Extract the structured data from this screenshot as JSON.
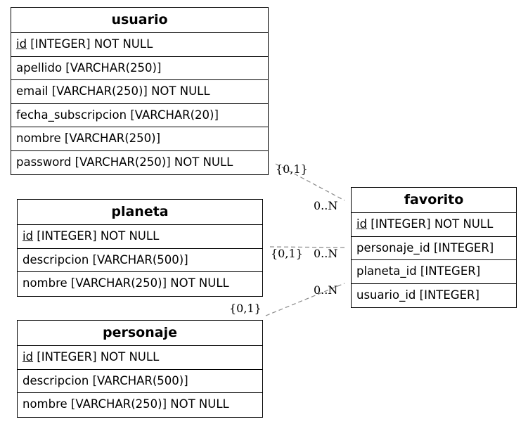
{
  "tables": {
    "usuario": {
      "name": "usuario",
      "columns": [
        {
          "pk": "id",
          "rest": " [INTEGER] NOT NULL"
        },
        {
          "pk": "",
          "rest": "apellido [VARCHAR(250)]"
        },
        {
          "pk": "",
          "rest": "email [VARCHAR(250)] NOT NULL"
        },
        {
          "pk": "",
          "rest": "fecha_subscripcion [VARCHAR(20)]"
        },
        {
          "pk": "",
          "rest": "nombre [VARCHAR(250)]"
        },
        {
          "pk": "",
          "rest": "password [VARCHAR(250)] NOT NULL"
        }
      ]
    },
    "planeta": {
      "name": "planeta",
      "columns": [
        {
          "pk": "id",
          "rest": " [INTEGER] NOT NULL"
        },
        {
          "pk": "",
          "rest": "descripcion [VARCHAR(500)]"
        },
        {
          "pk": "",
          "rest": "nombre [VARCHAR(250)] NOT NULL"
        }
      ]
    },
    "personaje": {
      "name": "personaje",
      "columns": [
        {
          "pk": "id",
          "rest": " [INTEGER] NOT NULL"
        },
        {
          "pk": "",
          "rest": "descripcion [VARCHAR(500)]"
        },
        {
          "pk": "",
          "rest": "nombre [VARCHAR(250)] NOT NULL"
        }
      ]
    },
    "favorito": {
      "name": "favorito",
      "columns": [
        {
          "pk": "id",
          "rest": " [INTEGER] NOT NULL"
        },
        {
          "pk": "",
          "rest": "personaje_id [INTEGER]"
        },
        {
          "pk": "",
          "rest": "planeta_id [INTEGER]"
        },
        {
          "pk": "",
          "rest": "usuario_id [INTEGER]"
        }
      ]
    }
  },
  "relations": {
    "usuario_favorito": {
      "from_card": "{0,1}",
      "to_card": "0..N"
    },
    "planeta_favorito": {
      "from_card": "{0,1}",
      "to_card": "0..N"
    },
    "personaje_favorito": {
      "from_card": "{0,1}",
      "to_card": "0..N"
    }
  },
  "colors": {
    "border": "#000000",
    "link": "#888888"
  }
}
